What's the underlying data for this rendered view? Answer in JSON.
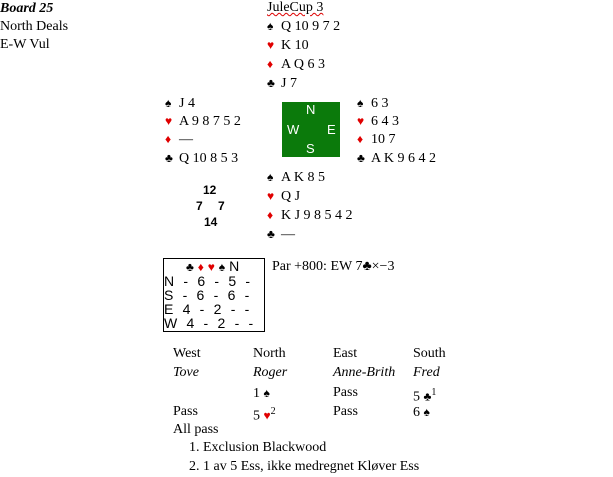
{
  "board": {
    "title": "Board 25",
    "dealer": "North Deals",
    "vul": "E-W Vul"
  },
  "event": "JuleCup 3",
  "hands": {
    "north": {
      "spades": "Q 10 9 7 2",
      "hearts": "K 10",
      "diamonds": "A Q 6 3",
      "clubs": "J 7"
    },
    "west": {
      "spades": "J 4",
      "hearts": "A 9 8 7 5 2",
      "diamonds": "—",
      "clubs": "Q 10 8 5 3"
    },
    "east": {
      "spades": "6 3",
      "hearts": "6 4 3",
      "diamonds": "10 7",
      "clubs": "A K 9 6 4 2"
    },
    "south": {
      "spades": "A K 8 5",
      "hearts": "Q J",
      "diamonds": "K J 9 8 5 4 2",
      "clubs": "—"
    }
  },
  "compass": {
    "n": "N",
    "s": "S",
    "e": "E",
    "w": "W"
  },
  "hcp": {
    "north": "12",
    "west": "7",
    "east": "7",
    "south": "14"
  },
  "suits": {
    "spade": "♠",
    "heart": "♥",
    "diamond": "♦",
    "club": "♣"
  },
  "dd_table": {
    "header": "N",
    "rows": [
      {
        "seat": "N",
        "values": [
          "-",
          "6",
          "-",
          "5",
          "-"
        ]
      },
      {
        "seat": "S",
        "values": [
          "-",
          "6",
          "-",
          "6",
          "-"
        ]
      },
      {
        "seat": "E",
        "values": [
          "4",
          "-",
          "2",
          "-",
          "-"
        ]
      },
      {
        "seat": "W",
        "values": [
          "4",
          "-",
          "2",
          "-",
          "-"
        ]
      }
    ]
  },
  "par": "Par +800: EW 7♣×−3",
  "bidding": {
    "headers": [
      "West",
      "North",
      "East",
      "South"
    ],
    "players": [
      "Tove",
      "Roger",
      "Anne-Brith",
      "Fred"
    ],
    "rows": [
      [
        "",
        "1 ♠",
        "Pass",
        "5 ♣"
      ],
      [
        "Pass",
        "5 ♥",
        "Pass",
        "6 ♠"
      ]
    ],
    "sup": {
      "south1": "1",
      "north2": "2"
    },
    "final": "All pass"
  },
  "notes": [
    "1. Exclusion Blackwood",
    "2. 1 av 5 Ess, ikke medregnet Kløver Ess"
  ]
}
